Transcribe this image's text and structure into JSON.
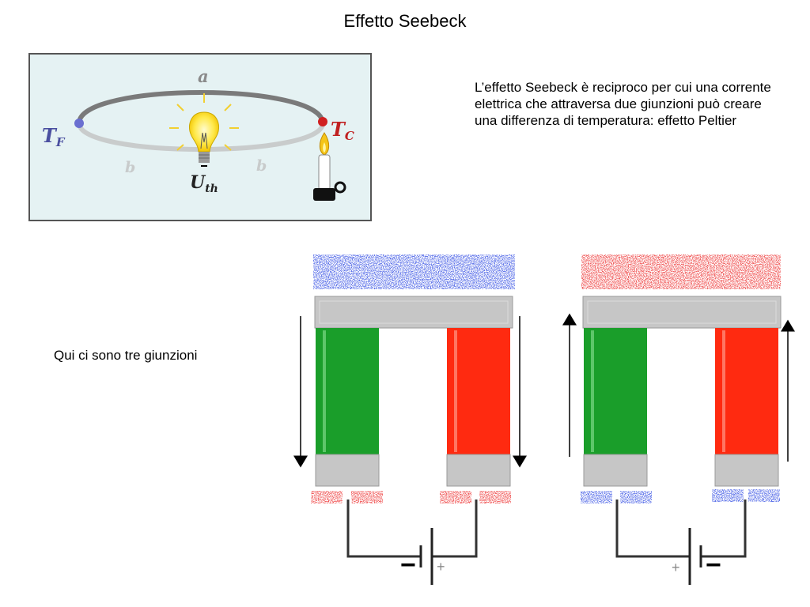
{
  "title": "Effetto Seebeck",
  "paragraph": "L’effetto Seebeck è reciproco per cui una corrente elettrica che attraversa due giunzioni può creare una differenza di temperatura: effetto Peltier",
  "side_note": "Qui ci sono tre giunzioni",
  "thermocouple": {
    "wire_top": "a",
    "wire_left": "b",
    "wire_right": "b",
    "cold_label": "T",
    "cold_sub": "F",
    "hot_label": "T",
    "hot_sub": "C",
    "voltage_label": "U",
    "voltage_sub": "th"
  },
  "left_device": {
    "minus": "−",
    "plus": "+"
  },
  "right_device": {
    "plus": "+",
    "minus": "−"
  },
  "colors": {
    "cold": "#1f2fd0",
    "hot": "#e01f1f",
    "green": "#1a9e2a",
    "red_leg": "#ff2a10",
    "metal": "#c8c8c8",
    "panel": "#e5f2f3"
  }
}
